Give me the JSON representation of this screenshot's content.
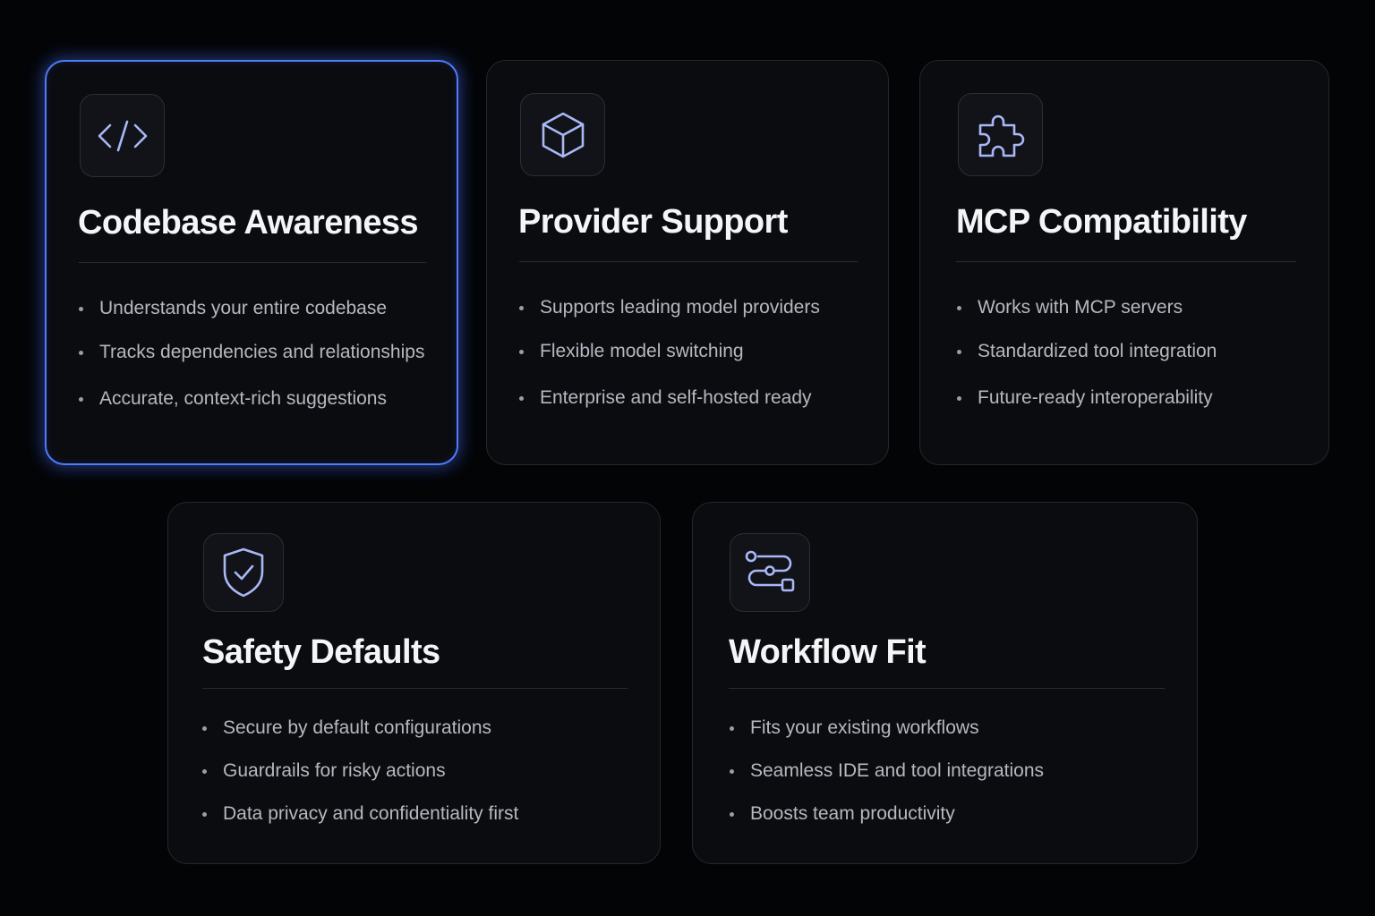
{
  "cards": [
    {
      "icon": "code-icon",
      "title": "Codebase Awareness",
      "highlighted": true,
      "items": [
        "Understands your entire codebase",
        "Tracks dependencies and relationships",
        "Accurate, context-rich suggestions"
      ]
    },
    {
      "icon": "cube-icon",
      "title": "Provider Support",
      "highlighted": false,
      "items": [
        "Supports leading model providers",
        "Flexible model switching",
        "Enterprise and self-hosted ready"
      ]
    },
    {
      "icon": "puzzle-icon",
      "title": "MCP Compatibility",
      "highlighted": false,
      "items": [
        "Works with MCP servers",
        "Standardized tool integration",
        "Future-ready interoperability"
      ]
    },
    {
      "icon": "shield-check-icon",
      "title": "Safety Defaults",
      "highlighted": false,
      "items": [
        "Secure by default configurations",
        "Guardrails for risky actions",
        "Data privacy and confidentiality first"
      ]
    },
    {
      "icon": "workflow-icon",
      "title": "Workflow Fit",
      "highlighted": false,
      "items": [
        "Fits your existing workflows",
        "Seamless IDE and tool integrations",
        "Boosts team productivity"
      ]
    }
  ],
  "colors": {
    "background": "#030406",
    "card": "#0b0c10",
    "highlight_border": "#4f7bff",
    "icon_stroke": "#a9b8f5",
    "title": "#f4f5f7",
    "body_text": "#b5b8c0"
  }
}
